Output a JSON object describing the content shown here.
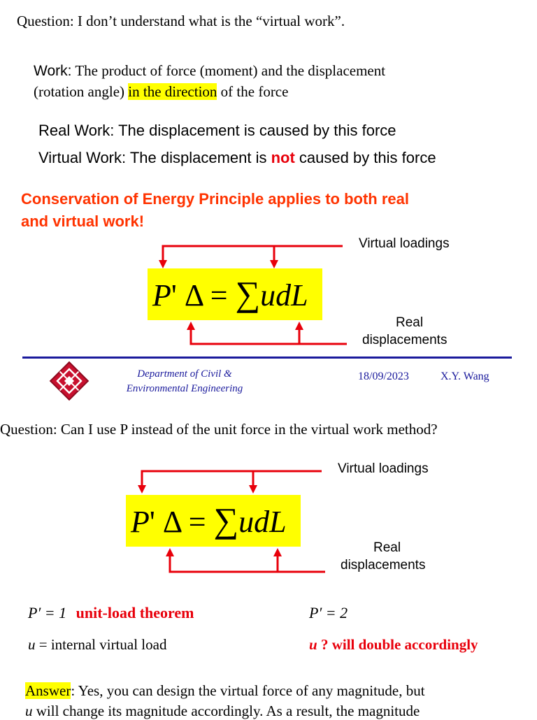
{
  "slide1": {
    "question": "Question: I don’t understand what is the “virtual work”.",
    "work_label": "Work:",
    "work_def_1": " The product of force (moment) and the displacement",
    "work_def_2_pre": "(rotation angle) ",
    "work_def_2_hl": "in the direction",
    "work_def_2_post": " of the force",
    "real_work": "Real Work: The displacement is caused by this force",
    "virtual_pre": "Virtual Work: The displacement is ",
    "virtual_not": "not",
    "virtual_post": " caused by this force",
    "conservation_1": "Conservation of Energy Principle applies to both real",
    "conservation_2": "and virtual work!",
    "eq_p": "P",
    "eq_prime": "'",
    "eq_delta": " Δ = ",
    "eq_sum": "∑",
    "eq_rhs": "udL",
    "virtual_loadings": "Virtual loadings",
    "real_1": "Real",
    "real_2": "displacements"
  },
  "footer": {
    "dept_1": "Department of Civil &",
    "dept_2": "Environmental Engineering",
    "date": "18/09/2023",
    "author": "X.Y. Wang",
    "line_color": "#1a1a9c",
    "logo_color": "#c8102e"
  },
  "slide2": {
    "question": "Question: Can I use P instead of the unit force in the virtual work method?",
    "virtual_loadings": "Virtual loadings",
    "real_1": "Real",
    "real_2": "displacements",
    "pprime1": "P′ = 1",
    "unit_load": "unit-load theorem",
    "pprime2": "P′ = 2",
    "u_var": "u",
    "u_def": "  = internal virtual load",
    "u2_var": "u",
    "u2_text": "  ? will double accordingly",
    "answer_label": "Answer",
    "answer_1": ": Yes, you can design the virtual force of any magnitude, but",
    "answer_2_var": "u",
    "answer_2": " will change its magnitude accordingly. As a result, the magnitude"
  },
  "colors": {
    "arrow": "#e8000b",
    "highlight": "#ffff00",
    "heading": "#ff3300"
  }
}
